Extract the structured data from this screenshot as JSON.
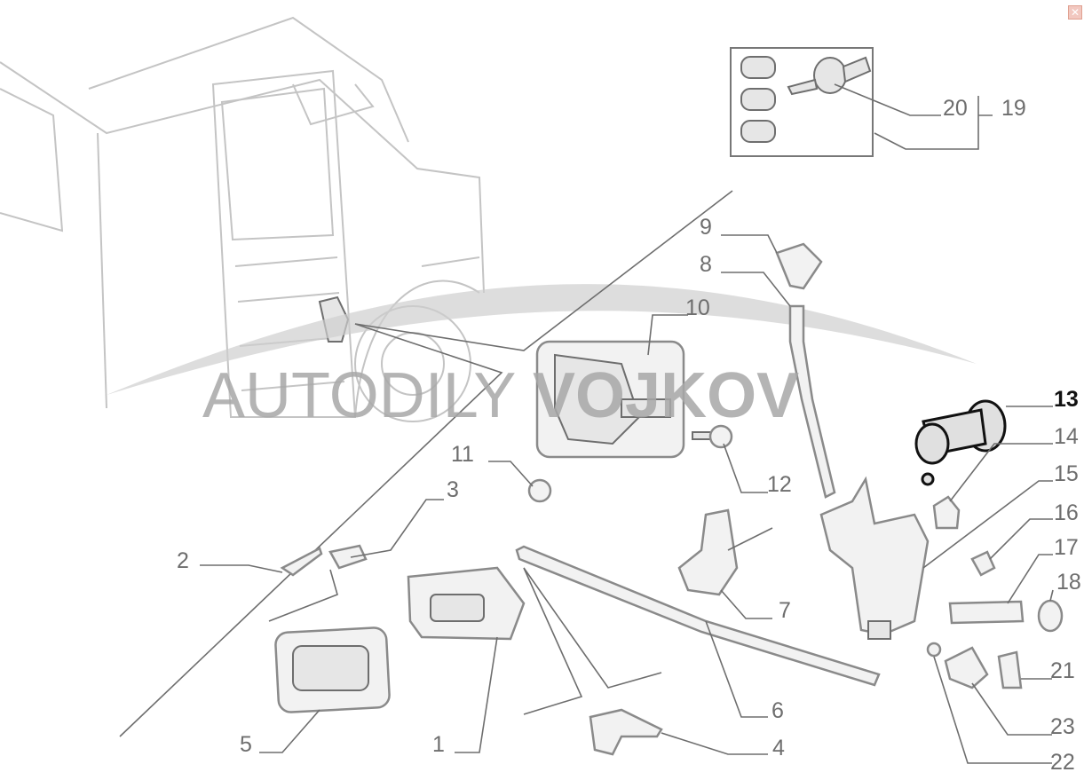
{
  "close_label": "✕",
  "watermark": {
    "light": "AUTODILY",
    "bold": "VOJKOV"
  },
  "labels": {
    "l1": "1",
    "l2": "2",
    "l3": "3",
    "l4": "4",
    "l5": "5",
    "l6": "6",
    "l7": "7",
    "l8": "8",
    "l9": "9",
    "l10": "10",
    "l11": "11",
    "l12": "12",
    "l13": "13",
    "l14": "14",
    "l15": "15",
    "l16": "16",
    "l17": "17",
    "l18": "18",
    "l19": "19",
    "l20": "20",
    "l21": "21",
    "l22": "22",
    "l23": "23"
  },
  "highlighted_part": "13"
}
